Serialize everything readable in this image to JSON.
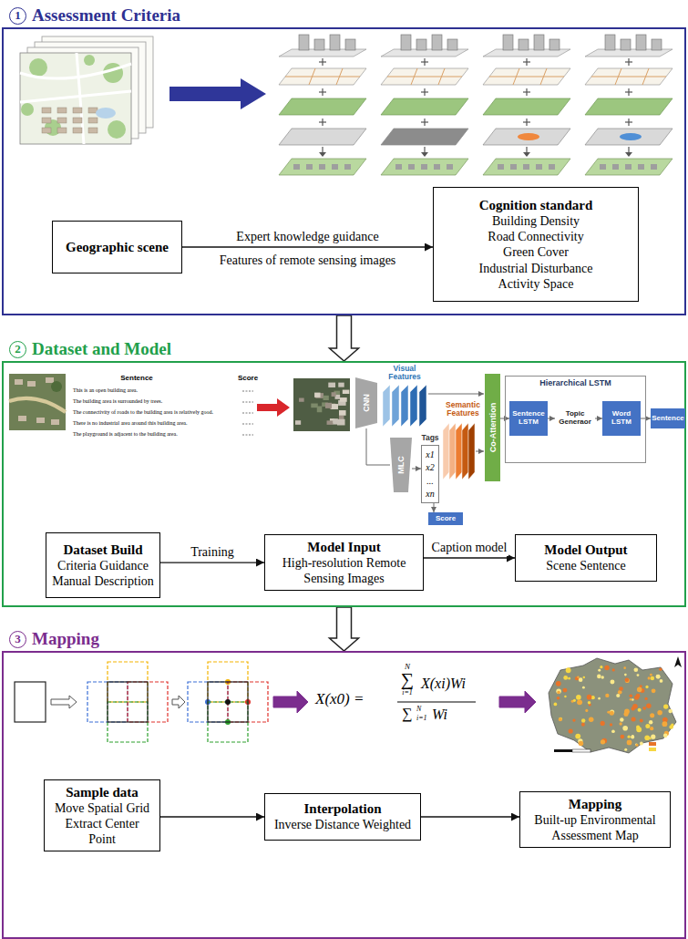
{
  "diagram": {
    "nodes": [
      {
        "text": [
          "1",
          "Assessment Criteria"
        ]
      },
      {
        "text": [
          "Geographic scene"
        ],
        "in": 0
      },
      {
        "text": [
          "Cognition standard",
          "Building Density",
          "Road Connectivity",
          "Green Cover",
          "Industrial Disturbance",
          "Activity Space"
        ],
        "in": 0
      },
      {
        "text": [
          "2",
          "Dataset and Model"
        ]
      },
      {
        "text": [
          "CNN"
        ],
        "in": 3
      },
      {
        "text": [
          "MLC"
        ],
        "in": 3
      },
      {
        "text": [
          "Tags",
          "x1",
          "x2",
          "...",
          "xn"
        ],
        "in": 3
      },
      {
        "text": [
          "Score"
        ],
        "in": 3
      },
      {
        "text": [
          "Co-Attention"
        ],
        "in": 3
      },
      {
        "text": [
          "Hierarchical LSTM"
        ],
        "in": 3
      },
      {
        "text": [
          "Sentence LSTM"
        ],
        "in": 9
      },
      {
        "text": [
          "Topic Generaor"
        ],
        "in": 9
      },
      {
        "text": [
          "Word LSTM"
        ],
        "in": 9
      },
      {
        "text": [
          "Sentence"
        ],
        "in": 3
      },
      {
        "text": [
          "Dataset Build",
          "Criteria Guidance",
          "Manual Description"
        ],
        "in": 3
      },
      {
        "text": [
          "Model Input",
          "High-resolution Remote Sensing Images"
        ],
        "in": 3
      },
      {
        "text": [
          "Model Output",
          "Scene Sentence"
        ],
        "in": 3
      },
      {
        "text": [
          "3",
          "Mapping"
        ]
      },
      {
        "text": [
          "Sample data",
          "Move Spatial Grid",
          "Extract Center Point"
        ],
        "in": 17
      },
      {
        "text": [
          "Interpolation",
          "Inverse Distance Weighted"
        ],
        "in": 17
      },
      {
        "text": [
          "Mapping",
          "Built-up Environmental Assessment Map"
        ],
        "in": 17
      }
    ],
    "edges": [
      {
        "from": 1,
        "to": 2,
        "label": "Expert knowledge guidance",
        "arrow": "to"
      },
      {
        "from": 0,
        "to": 3,
        "arrow": "to"
      },
      {
        "from": 4,
        "to": 5,
        "arrow": "none"
      },
      {
        "from": 5,
        "to": 6,
        "arrow": "to"
      },
      {
        "from": 6,
        "to": 7,
        "arrow": "to"
      },
      {
        "from": 8,
        "to": 10,
        "arrow": "to"
      },
      {
        "from": 10,
        "to": 11,
        "arrow": "to"
      },
      {
        "from": 11,
        "to": 12,
        "arrow": "to"
      },
      {
        "from": 12,
        "to": 13,
        "arrow": "to"
      },
      {
        "from": 14,
        "to": 15,
        "label": "Training",
        "arrow": "to"
      },
      {
        "from": 15,
        "to": 16,
        "label": "Caption model",
        "arrow": "to"
      },
      {
        "from": 3,
        "to": 17,
        "arrow": "to"
      },
      {
        "from": 18,
        "to": 19,
        "arrow": "to"
      },
      {
        "from": 19,
        "to": 20,
        "arrow": "to"
      }
    ],
    "labels": [
      "Features of remote sensing images",
      "Sentence",
      "Score",
      "This is an open building area.",
      "The building area is surrounded by trees.",
      "The connectivity of roads to the building area is relatively good.",
      "There is no industrial area around this building area.",
      "The playground is adjacent to the building area.",
      "Visual Features",
      "Semantic Features",
      "X(x0) =",
      "N",
      "∑",
      "i=1",
      "X(xi)Wi",
      "∑",
      "N",
      "i=1",
      "Wi"
    ]
  }
}
